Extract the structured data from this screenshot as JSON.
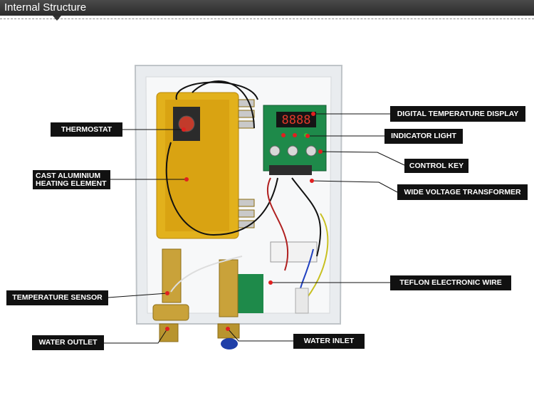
{
  "header": {
    "title": "Internal Structure"
  },
  "labels": {
    "thermostat": "THERMOSTAT",
    "cast_aluminium_1": "CAST ALUMINIUM",
    "cast_aluminium_2": "HEATING ELEMENT",
    "temperature_sensor": "TEMPERATURE SENSOR",
    "water_outlet": "WATER OUTLET",
    "digital_display": "DIGITAL TEMPERATURE DISPLAY",
    "indicator_light": "INDICATOR LIGHT",
    "control_key": "CONTROL KEY",
    "wide_voltage_transformer": "WIDE VOLTAGE TRANSFORMER",
    "teflon_wire": "TEFLON ELECTRONIC WIRE",
    "water_inlet": "WATER INLET"
  },
  "display": {
    "digits": "8888"
  },
  "colors": {
    "label_bg": "#111111",
    "header_bg": "#333333",
    "heater": "#e2b11c",
    "pcb": "#1e8a4a"
  }
}
